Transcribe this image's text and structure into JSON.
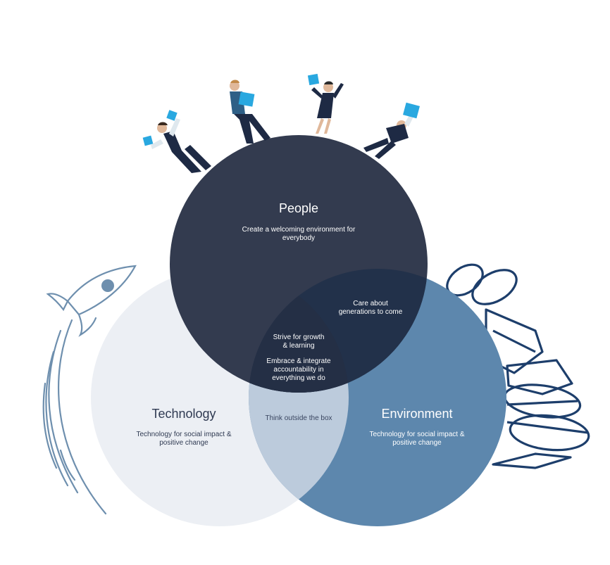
{
  "colors": {
    "people": "#333b4f",
    "technology": "#eceff4",
    "environment": "#5d87ad",
    "tech_env_overlap": "#bccbdc",
    "center_overlap": "#242f45",
    "people_env_overlap": "#22314a",
    "people_tech_overlap": "#333c50",
    "line_art": "#6e8fae",
    "leaf_art": "#1d3e6b",
    "puzzle": "#29a8e0"
  },
  "circles": {
    "people": {
      "title": "People",
      "text_line1": "Create a welcoming environment for",
      "text_line2": "everybody"
    },
    "technology": {
      "title": "Technology",
      "text_line1": "Technology for social impact &",
      "text_line2": "positive change"
    },
    "environment": {
      "title": "Environment",
      "text_line1": "Technology for social impact &",
      "text_line2": "positive change"
    }
  },
  "overlaps": {
    "people_environment": {
      "line1": "Care about",
      "line2": "generations to come"
    },
    "center_top": {
      "line1": "Strive for growth",
      "line2": "& learning"
    },
    "center_bottom": {
      "line1": "Embrace & integrate",
      "line2": "accountability in",
      "line3": "everything we do"
    },
    "technology_environment": {
      "line1": "Think outside the box"
    }
  },
  "illustrations": {
    "left": "rocket-icon",
    "right": "leaves-icon",
    "top": "people-holding-puzzle-pieces"
  }
}
